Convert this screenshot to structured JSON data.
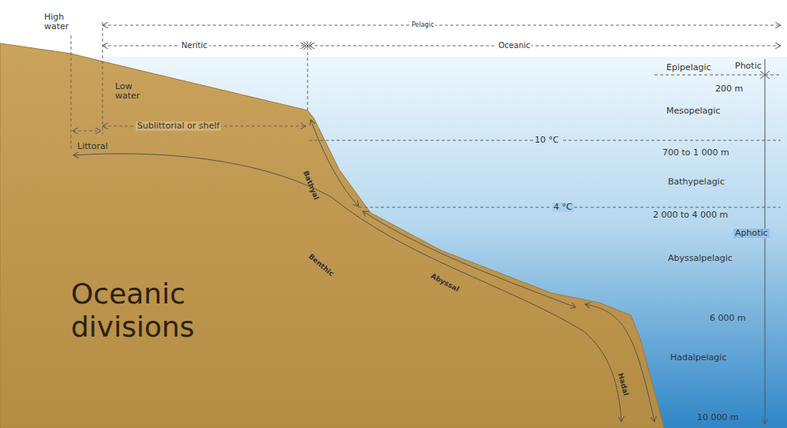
{
  "diagram": {
    "title": "Oceanic divisions",
    "labels": [
      "High water",
      "Pelagic",
      "Neritic",
      "Oceanic",
      "Epipelagic",
      "Photic",
      "Low water",
      "200 m",
      "Mesopelagic",
      "Sublittorial or shelf",
      "Littoral",
      "10 °C",
      "700 to 1 000 m",
      "Bathyal",
      "Bathypelagic",
      "4 °C",
      "2 000 to 4 000 m",
      "Aphotic",
      "Abyssalpelagic",
      "Benthic",
      "Abyssal",
      "6 000 m",
      "Hadalpelagic",
      "Hadal",
      "10 000 m"
    ]
  }
}
